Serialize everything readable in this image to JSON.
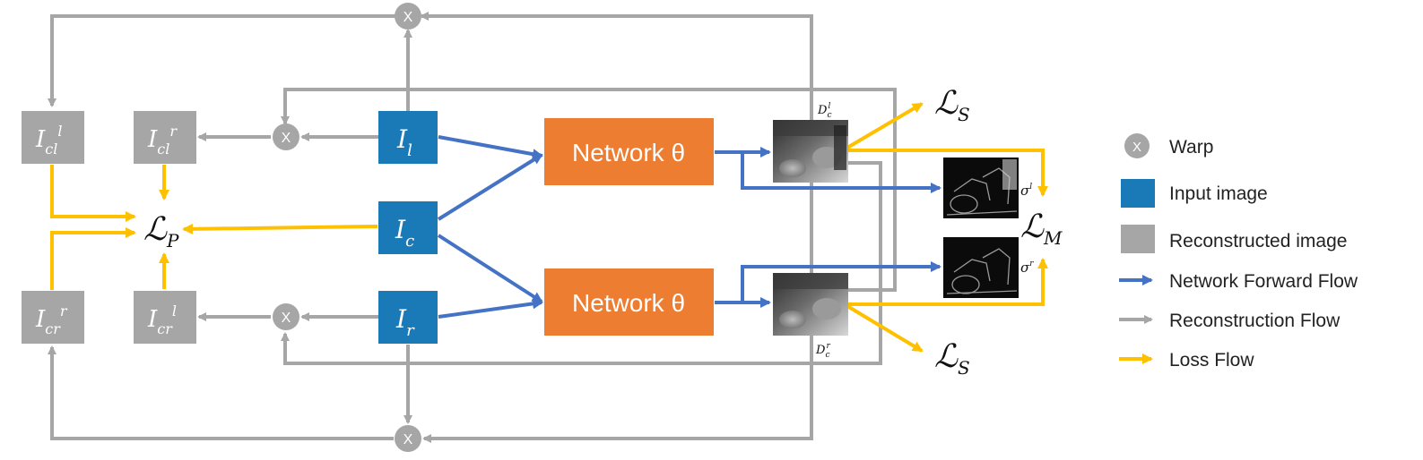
{
  "colors": {
    "input": "#1f77b4",
    "input_alt": "#1a7ab8",
    "reconstructed": "#a6a6a6",
    "network": "#ed7d31",
    "forward_flow": "#4472c4",
    "reconstruction_flow": "#a6a6a6",
    "loss_flow": "#ffc000",
    "warp": "#a6a6a6"
  },
  "nodes": {
    "input_left": {
      "base": "I",
      "sub": "l"
    },
    "input_center": {
      "base": "I",
      "sub": "c"
    },
    "input_right": {
      "base": "I",
      "sub": "r"
    },
    "recon_cl_l": {
      "base": "I",
      "sub": "cl",
      "sup": "l"
    },
    "recon_cl_r": {
      "base": "I",
      "sub": "cl",
      "sup": "r"
    },
    "recon_cr_r": {
      "base": "I",
      "sub": "cr",
      "sup": "r"
    },
    "recon_cr_l": {
      "base": "I",
      "sub": "cr",
      "sup": "l"
    },
    "network_top": {
      "label": "Network θ"
    },
    "network_bottom": {
      "label": "Network θ"
    },
    "warp_symbol": "X",
    "depth_top": {
      "base": "D",
      "sub": "c",
      "sup": "l"
    },
    "depth_bottom": {
      "base": "D",
      "sub": "c",
      "sup": "r"
    },
    "uncert_top": {
      "base": "σ",
      "sup": "l"
    },
    "uncert_bottom": {
      "base": "σ",
      "sup": "r"
    }
  },
  "losses": {
    "photometric": {
      "base": "ℒ",
      "sub": "P"
    },
    "smooth_top": {
      "base": "ℒ",
      "sub": "S"
    },
    "smooth_bottom": {
      "base": "ℒ",
      "sub": "S"
    },
    "multi": {
      "base": "ℒ",
      "sub": "M"
    }
  },
  "legend": {
    "warp": "Warp",
    "input_image": "Input image",
    "reconstructed_image": "Reconstructed image",
    "forward_flow": "Network Forward Flow",
    "reconstruction_flow": "Reconstruction Flow",
    "loss_flow": "Loss Flow",
    "warp_symbol": "X"
  }
}
